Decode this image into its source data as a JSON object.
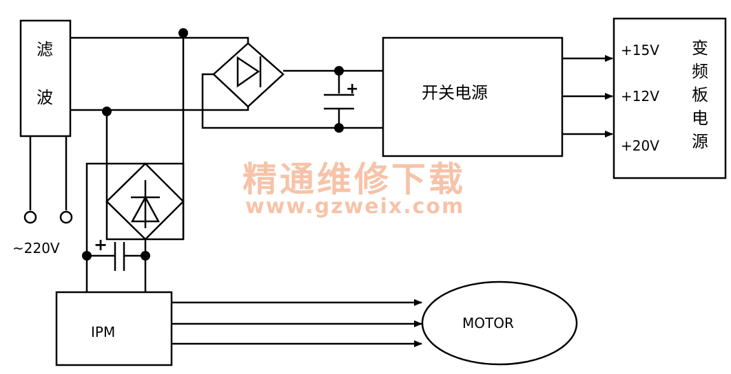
{
  "filter": {
    "chars": [
      "滤",
      "波"
    ]
  },
  "mains": {
    "label": "~220V"
  },
  "smps": {
    "label": "开关电源"
  },
  "outputs": [
    "+15V",
    "+12V",
    "+20V"
  ],
  "inverter_board": {
    "chars": [
      "变",
      "频",
      "板",
      "电",
      "源"
    ]
  },
  "ipm": {
    "label": "IPM"
  },
  "motor": {
    "label": "MOTOR"
  },
  "watermark": {
    "line1": "精通维修下载",
    "line2": "www.gzweix.com"
  },
  "capacitor": {
    "polarity": "+"
  },
  "colors": {
    "line": "#000000",
    "watermark": "#f6c3a8",
    "background": "#ffffff"
  }
}
